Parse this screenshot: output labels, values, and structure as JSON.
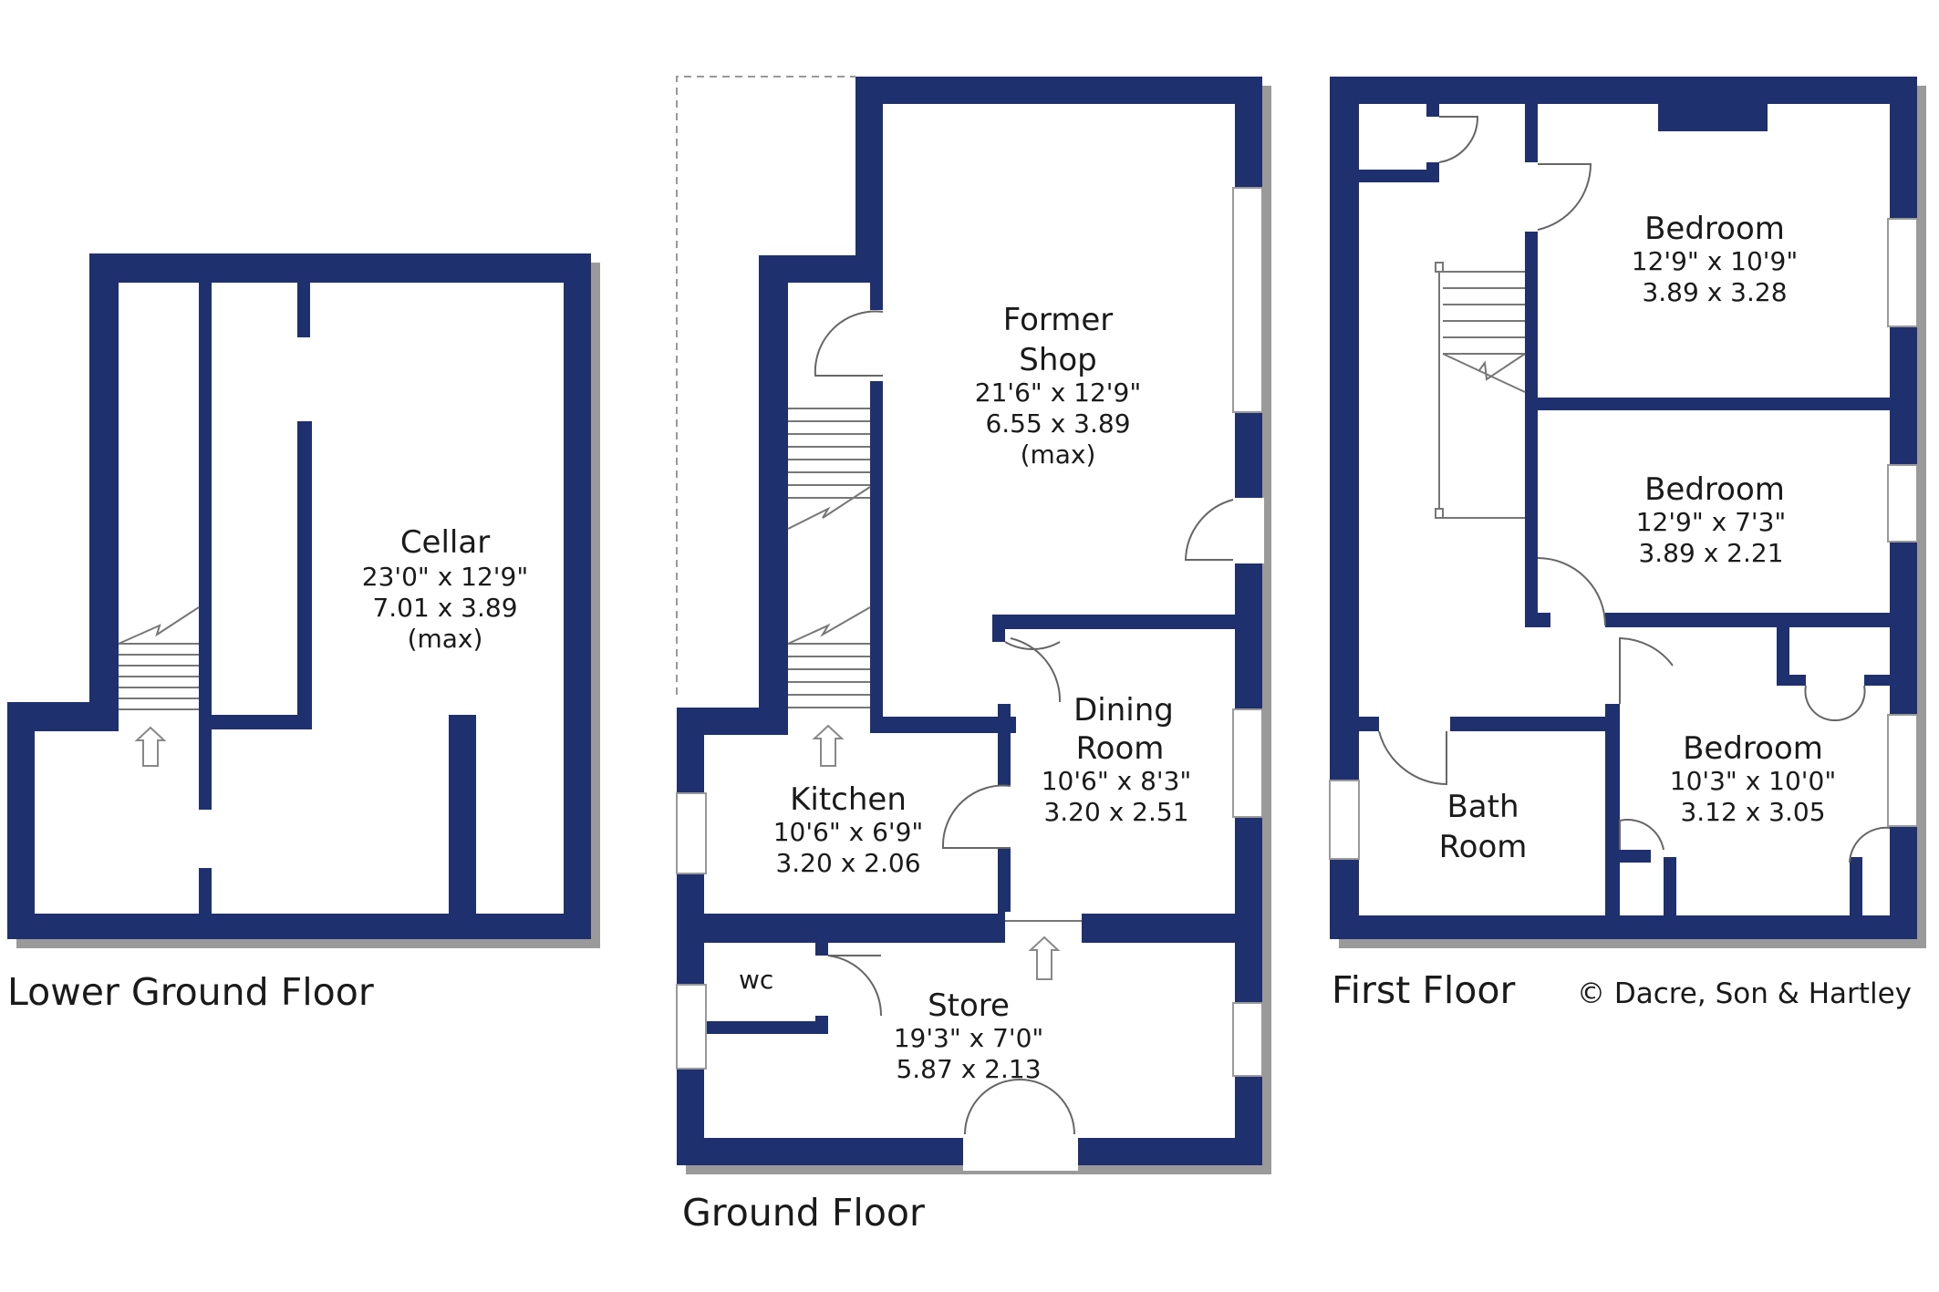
{
  "floors": {
    "lower": {
      "label": "Lower Ground Floor",
      "rooms": [
        {
          "name": "Cellar",
          "dims": [
            "23'0\" x 12'9\"",
            "7.01 x 3.89",
            "(max)"
          ]
        }
      ]
    },
    "ground": {
      "label": "Ground Floor",
      "rooms": [
        {
          "name": "Former",
          "name2": "Shop",
          "dims": [
            "21'6\" x 12'9\"",
            "6.55 x 3.89",
            "(max)"
          ]
        },
        {
          "name": "Dining",
          "name2": "Room",
          "dims": [
            "10'6\" x 8'3\"",
            "3.20 x 2.51"
          ]
        },
        {
          "name": "Kitchen",
          "dims": [
            "10'6\" x 6'9\"",
            "3.20 x 2.06"
          ]
        },
        {
          "name": "wc"
        },
        {
          "name": "Store",
          "dims": [
            "19'3\" x 7'0\"",
            "5.87 x 2.13"
          ]
        }
      ]
    },
    "first": {
      "label": "First Floor",
      "rooms": [
        {
          "name": "Bedroom",
          "dims": [
            "12'9\" x 10'9\"",
            "3.89 x 3.28"
          ]
        },
        {
          "name": "Bedroom",
          "dims": [
            "12'9\" x 7'3\"",
            "3.89 x 2.21"
          ]
        },
        {
          "name": "Bedroom",
          "dims": [
            "10'3\" x 10'0\"",
            "3.12 x 3.05"
          ]
        },
        {
          "name": "Bath",
          "name2": "Room"
        }
      ]
    }
  },
  "copyright": "© Dacre, Son & Hartley",
  "colors": {
    "wall": "#1f306e",
    "shadow": "#9a9a9a"
  }
}
